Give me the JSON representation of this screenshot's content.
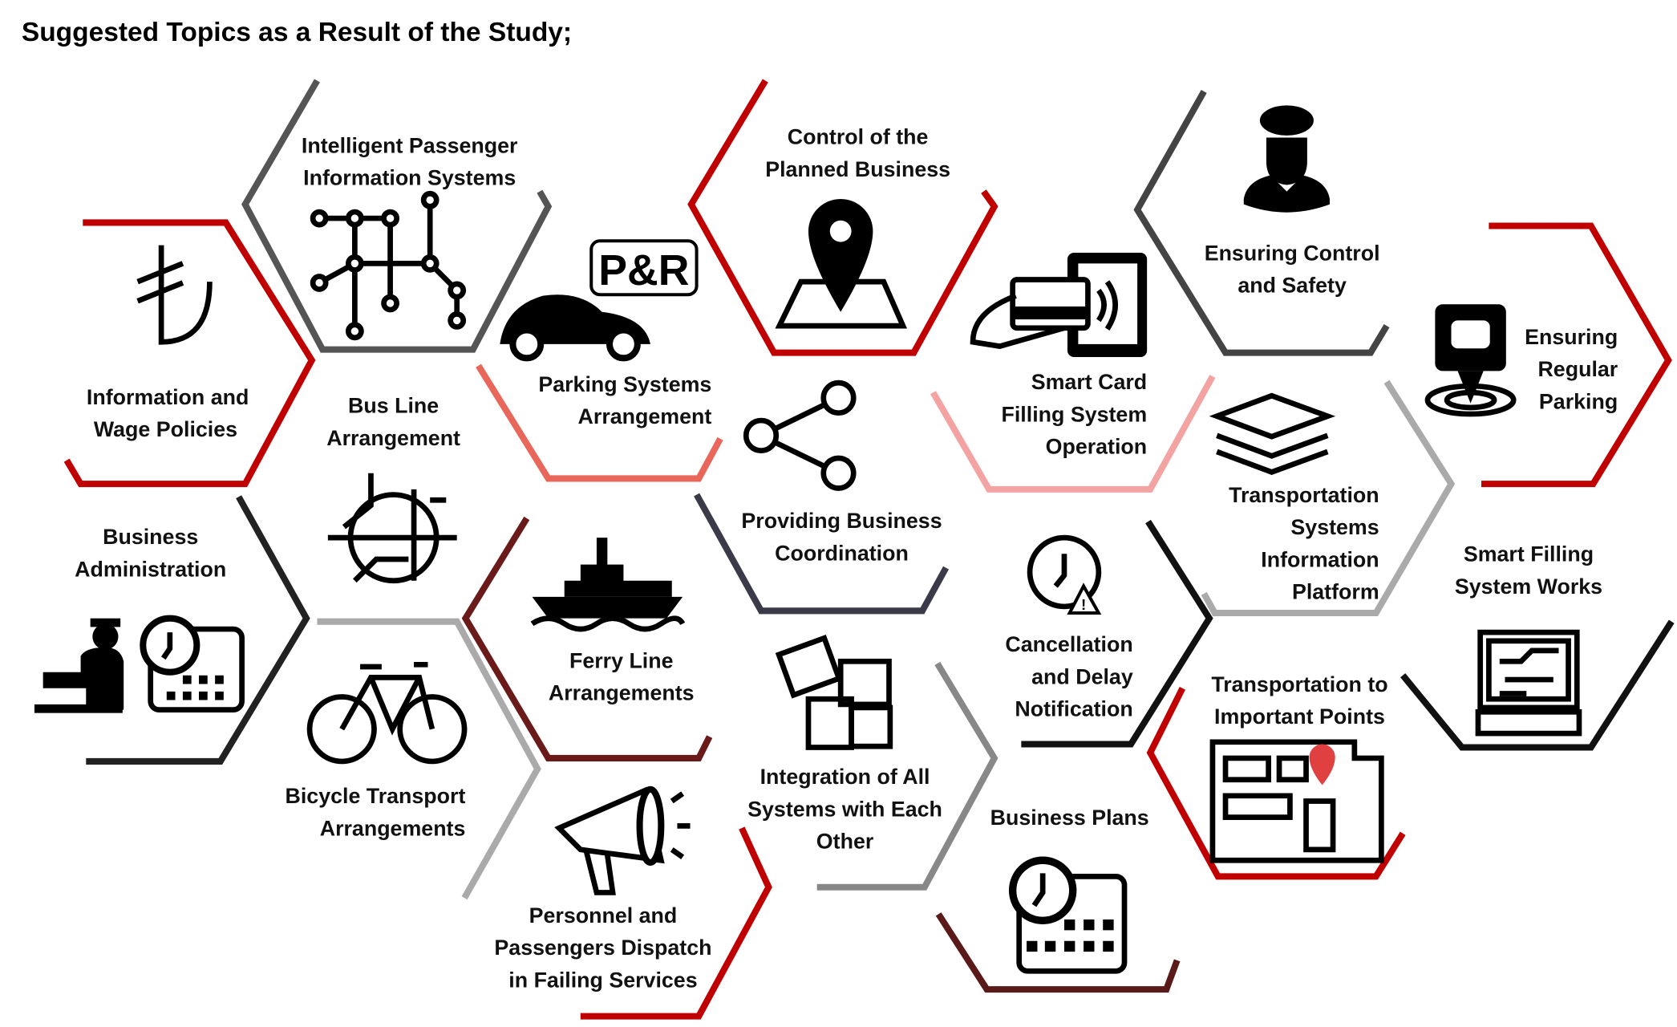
{
  "title": "Suggested Topics as a Result of the Study;",
  "colors": {
    "red": "#c00000",
    "dark_gray": "#555555",
    "salmon": "#e8675a",
    "pink": "#f4a3a3",
    "light_gray": "#aaaaaa",
    "dark_red": "#6b1a1a",
    "black": "#1a1a1a"
  },
  "topics": [
    {
      "lines": [
        "Intelligent Passenger",
        "Information Systems"
      ],
      "icon": "metro-network-icon"
    },
    {
      "lines": [
        "Information and",
        "Wage Policies"
      ],
      "icon": "turkish-lira-icon"
    },
    {
      "lines": [
        "Bus Line",
        "Arrangement"
      ],
      "icon": "bus-route-map-icon"
    },
    {
      "lines": [
        "Parking Systems",
        "Arrangement"
      ],
      "icon": "park-and-ride-car-icon",
      "badge": "P&R"
    },
    {
      "lines": [
        "Control of the",
        "Planned Business"
      ],
      "icon": "map-pin-icon"
    },
    {
      "lines": [
        "Providing Business",
        "Coordination"
      ],
      "icon": "share-icon"
    },
    {
      "lines": [
        "Smart Card",
        "Filling System",
        "Operation"
      ],
      "icon": "contactless-card-icon"
    },
    {
      "lines": [
        "Ensuring Control",
        "and Safety"
      ],
      "icon": "police-officer-icon"
    },
    {
      "lines": [
        "Ensuring",
        "Regular",
        "Parking"
      ],
      "icon": "parking-location-icon"
    },
    {
      "lines": [
        "Transportation",
        "Systems",
        "Information",
        "Platform"
      ],
      "icon": "layers-icon"
    },
    {
      "lines": [
        "Smart Filling",
        "System Works"
      ],
      "icon": "computer-circuit-icon"
    },
    {
      "lines": [
        "Business",
        "Administration"
      ],
      "icon": "administrator-schedule-icon"
    },
    {
      "lines": [
        "Ferry Line",
        "Arrangements"
      ],
      "icon": "ferry-icon"
    },
    {
      "lines": [
        "Cancellation",
        "and Delay",
        "Notification"
      ],
      "icon": "clock-warning-icon"
    },
    {
      "lines": [
        "Transportation to",
        "Important Points"
      ],
      "icon": "city-map-icon"
    },
    {
      "lines": [
        "Bicycle Transport",
        "Arrangements"
      ],
      "icon": "bicycle-icon"
    },
    {
      "lines": [
        "Integration of All",
        "Systems with Each",
        "Other"
      ],
      "icon": "puzzle-icon"
    },
    {
      "lines": [
        "Business Plans"
      ],
      "icon": "calendar-clock-icon"
    },
    {
      "lines": [
        "Personnel and",
        "Passengers Dispatch",
        "in Failing Services"
      ],
      "icon": "megaphone-icon"
    }
  ]
}
